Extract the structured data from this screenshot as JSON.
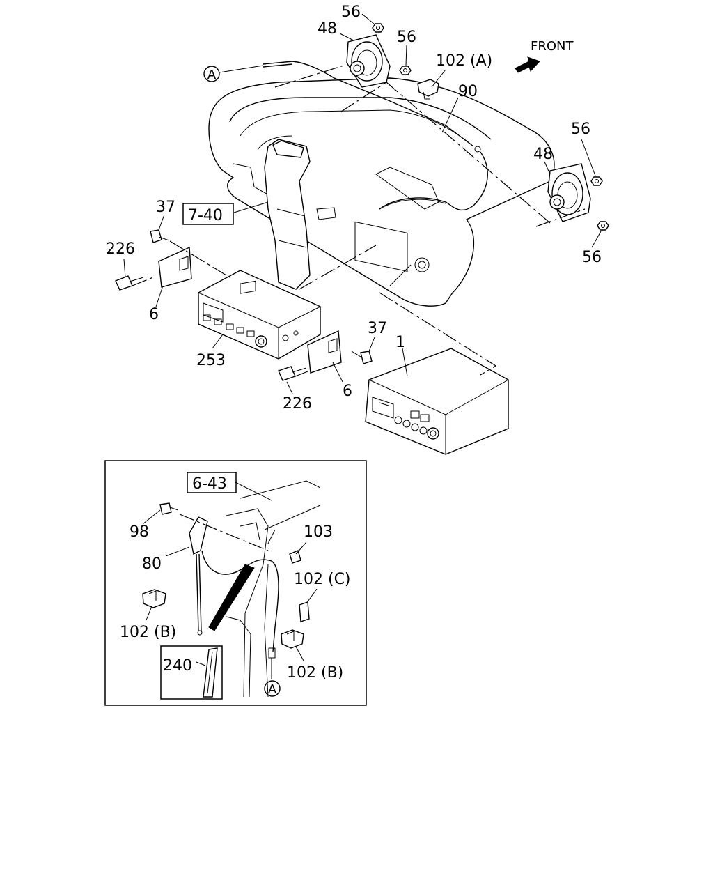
{
  "labels": {
    "l56a": "56",
    "l48a": "48",
    "l56b": "56",
    "l102a": "102 (A)",
    "lfront": "FRONT",
    "l90": "90",
    "l56c": "56",
    "l48b": "48",
    "l56d": "56",
    "l740": "7-40",
    "l37a": "37",
    "l226a": "226",
    "l6a": "6",
    "l253": "253",
    "l37b": "37",
    "l1": "1",
    "l6b": "6",
    "l226b": "226",
    "l643": "6-43",
    "l98": "98",
    "l103": "103",
    "l102c": "102 (C)",
    "l80": "80",
    "l102b1": "102 (B)",
    "l240": "240",
    "l102b2": "102 (B)",
    "refA1": "A",
    "refA2": "A"
  }
}
